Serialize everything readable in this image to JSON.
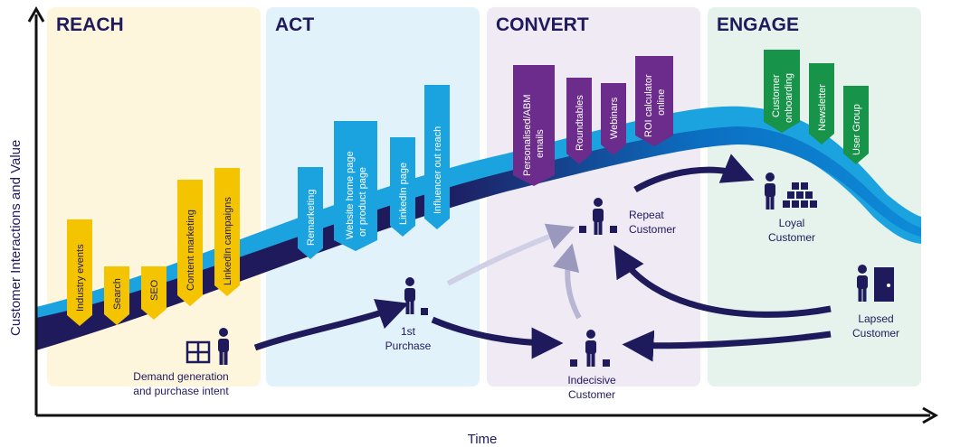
{
  "colors": {
    "navy": "#1f1a5c",
    "blue": "#1ba3e0",
    "yellow": "#f5c400",
    "purple": "#6b2c8c",
    "green": "#17944a"
  },
  "phases": [
    {
      "key": "reach",
      "title": "REACH",
      "bg": "#fdf5dc"
    },
    {
      "key": "act",
      "title": "ACT",
      "bg": "#e2f2fb"
    },
    {
      "key": "convert",
      "title": "CONVERT",
      "bg": "#efeaf4"
    },
    {
      "key": "engage",
      "title": "ENGAGE",
      "bg": "#e5f3ec"
    }
  ],
  "tags": {
    "reach": [
      "Industry events",
      "Search",
      "SEO",
      "Content marketing",
      "LinkedIn campaigns"
    ],
    "act": [
      "Remarketing",
      "Website home page",
      "or product page",
      "LinkedIn page",
      "Influencer out reach"
    ],
    "convert": [
      "Personalised/ABM",
      "emails",
      "Roundtables",
      "Webinars",
      "ROI calculator",
      "online"
    ],
    "engage": [
      "Customer",
      "onboarding",
      "Newsletter",
      "User Group"
    ]
  },
  "nodes": {
    "demand": [
      "Demand generation",
      "and purchase intent"
    ],
    "first_purchase": [
      "1st",
      "Purchase"
    ],
    "repeat": [
      "Repeat",
      "Customer"
    ],
    "indecisive": [
      "Indecisive",
      "Customer"
    ],
    "loyal": [
      "Loyal",
      "Customer"
    ],
    "lapsed": [
      "Lapsed",
      "Customer"
    ]
  },
  "axes": {
    "y_label": "Customer Interactions and Value",
    "x_label": "Time"
  },
  "icons": [
    "person-icon",
    "window-icon",
    "box-icon",
    "door-icon",
    "stacked-boxes-icon"
  ]
}
